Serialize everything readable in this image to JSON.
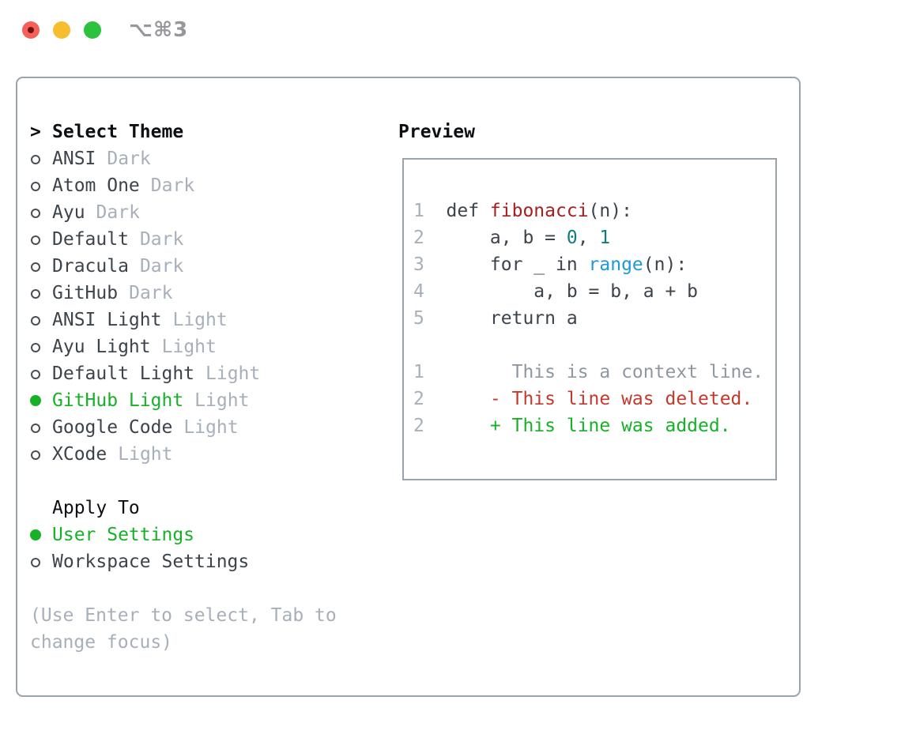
{
  "window": {
    "title": "⌥⌘3"
  },
  "theme_list": {
    "prompt": ">",
    "header": "Select Theme",
    "items": [
      {
        "name": "ANSI",
        "variant": "Dark",
        "selected": false
      },
      {
        "name": "Atom One",
        "variant": "Dark",
        "selected": false
      },
      {
        "name": "Ayu",
        "variant": "Dark",
        "selected": false
      },
      {
        "name": "Default",
        "variant": "Dark",
        "selected": false
      },
      {
        "name": "Dracula",
        "variant": "Dark",
        "selected": false
      },
      {
        "name": "GitHub",
        "variant": "Dark",
        "selected": false
      },
      {
        "name": "ANSI Light",
        "variant": "Light",
        "selected": false
      },
      {
        "name": "Ayu Light",
        "variant": "Light",
        "selected": false
      },
      {
        "name": "Default Light",
        "variant": "Light",
        "selected": false
      },
      {
        "name": "GitHub Light",
        "variant": "Light",
        "selected": true
      },
      {
        "name": "Google Code",
        "variant": "Light",
        "selected": false
      },
      {
        "name": "XCode",
        "variant": "Light",
        "selected": false
      }
    ]
  },
  "apply_to": {
    "header": "Apply To",
    "options": [
      {
        "name": "User Settings",
        "selected": true
      },
      {
        "name": "Workspace Settings",
        "selected": false
      }
    ]
  },
  "hint": {
    "line1": "(Use Enter to select, Tab to",
    "line2": "change focus)"
  },
  "preview": {
    "header": "Preview",
    "code_lines": [
      {
        "no": "1",
        "segs": [
          {
            "t": "def ",
            "c": "text"
          },
          {
            "t": "fibonacci",
            "c": "func"
          },
          {
            "t": "(n):",
            "c": "text"
          }
        ]
      },
      {
        "no": "2",
        "segs": [
          {
            "t": "    a, b = ",
            "c": "text"
          },
          {
            "t": "0",
            "c": "num"
          },
          {
            "t": ", ",
            "c": "text"
          },
          {
            "t": "1",
            "c": "num"
          }
        ]
      },
      {
        "no": "3",
        "segs": [
          {
            "t": "    for _ in ",
            "c": "text"
          },
          {
            "t": "range",
            "c": "builtin"
          },
          {
            "t": "(n):",
            "c": "text"
          }
        ]
      },
      {
        "no": "4",
        "segs": [
          {
            "t": "        a, b = b, a + b",
            "c": "text"
          }
        ]
      },
      {
        "no": "5",
        "segs": [
          {
            "t": "    return a",
            "c": "text"
          }
        ]
      },
      {
        "no": "",
        "segs": []
      },
      {
        "no": "1",
        "segs": [
          {
            "t": "      This is a context line.",
            "c": "ctx"
          }
        ]
      },
      {
        "no": "2",
        "segs": [
          {
            "t": "    - This line was deleted.",
            "c": "del"
          }
        ]
      },
      {
        "no": "2",
        "segs": [
          {
            "t": "    + This line was added.",
            "c": "add"
          }
        ]
      }
    ]
  },
  "colors": {
    "accent": "#16b127",
    "muted": "#a7afba",
    "text": "#3c434b",
    "heading": "#0c0f13",
    "border": "#9aa2ac",
    "code_red": "#a61e1e",
    "code_teal": "#0d7d7d",
    "code_blue": "#1f98d5",
    "diff_red": "#c4392b",
    "diff_green": "#16b127",
    "diff_gray": "#8f97a1",
    "traffic_red": "#f4615b",
    "traffic_red_dot": "#71120d",
    "traffic_yellow": "#f6bd2f",
    "traffic_green": "#2cc23d",
    "title_gray": "#96979c"
  }
}
